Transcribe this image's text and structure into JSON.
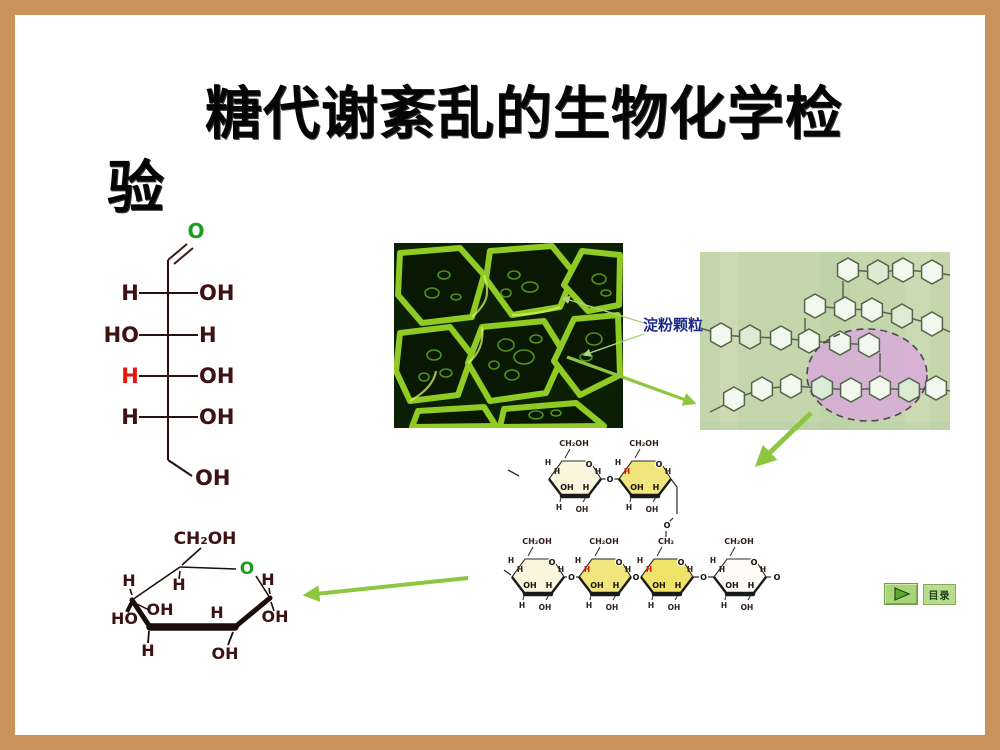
{
  "title": {
    "line1": "糖代谢紊乱的生物化学检",
    "line2": "验"
  },
  "fischer_glucose": {
    "carbonyl_o": "O",
    "rows": [
      {
        "left": "H",
        "right": "OH",
        "left_red": false
      },
      {
        "left": "HO",
        "right": "H",
        "left_red": false
      },
      {
        "left": "H",
        "right": "OH",
        "left_red": true
      },
      {
        "left": "H",
        "right": "OH",
        "left_red": false
      }
    ],
    "terminal": "OH"
  },
  "micrograph": {
    "label": "淀粉颗粒"
  },
  "haworth_glucose": {
    "ch2oh": "CH₂OH",
    "ring_o": "O",
    "h_red": "H",
    "h_c5": "H",
    "oh_inner": "OH",
    "ho": "HO",
    "h_inner": "H",
    "h_c1": "H",
    "oh_c1": "OH",
    "h_c3": "H",
    "oh_c2": "OH"
  },
  "starch_chain": {
    "glycosidic_o": "O",
    "branch_o": "O",
    "terminal_o": "O",
    "top_rings": [
      {
        "top": "CH₂OH",
        "o": "O",
        "h_out1": "H",
        "h_out2": "H",
        "oh_in": "OH",
        "h_in": "H",
        "h_right": "H",
        "h_below": "H",
        "oh_below": "OH"
      },
      {
        "top": "CH₂OH",
        "o": "O",
        "h_out1": "H",
        "h_out2": "H",
        "oh_in": "OH",
        "h_in": "H",
        "h_right": "H",
        "h_below": "H",
        "oh_below": "OH"
      }
    ],
    "bottom_rings": [
      {
        "top": "CH₂OH",
        "o": "O",
        "h_out1": "H",
        "h_out2": "H",
        "oh_in": "OH",
        "h_in": "H",
        "h_right": "H",
        "h_below": "H",
        "oh_below": "OH"
      },
      {
        "top": "CH₂OH",
        "o": "O",
        "h_out1": "H",
        "h_out2": "H",
        "oh_in": "OH",
        "h_in": "H",
        "h_right": "H",
        "h_below": "H",
        "oh_below": "OH"
      },
      {
        "top": "CH₂",
        "o": "O",
        "h_out1": "H",
        "h_out2": "H",
        "oh_in": "OH",
        "h_in": "H",
        "h_right": "H",
        "h_below": "H",
        "oh_below": "OH"
      },
      {
        "top": "CH₂OH",
        "o": "O",
        "h_out1": "H",
        "h_out2": "H",
        "oh_in": "OH",
        "h_in": "H",
        "h_right": "H",
        "h_below": "H",
        "oh_below": "OH"
      }
    ]
  },
  "nav": {
    "play_icon": "play-icon",
    "toc_label": "目录"
  },
  "colors": {
    "border": "#c9935c",
    "arrow_green": "#8dc63f",
    "pointer_green": "#abd27f",
    "caption_navy": "#1c2a8a",
    "bond_maroon": "#3d1212",
    "highlight_red": "#e8150c",
    "oxygen_green": "#1e9c1e",
    "ring_yellow": "#f1e67c",
    "ring_cream": "#fbf5dc",
    "glycogen_bg": "#c3d6ac",
    "ellipse_purple": "#d9a8dc",
    "button_green": "#a9d477",
    "cellwall_green": "#8fca25"
  }
}
